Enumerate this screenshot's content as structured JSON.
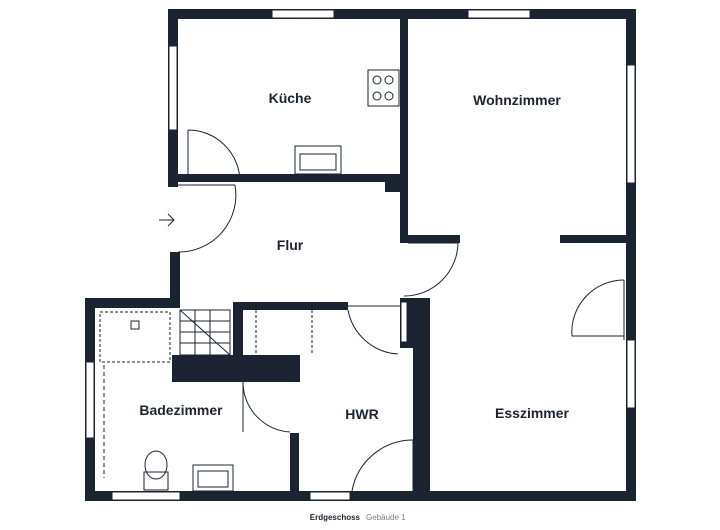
{
  "rooms": {
    "kitchen": "Küche",
    "living": "Wohnzimmer",
    "hall": "Flur",
    "bath": "Badezimmer",
    "utility": "HWR",
    "dining": "Esszimmer"
  },
  "footer": {
    "floor": "Erdgeschoss",
    "building": "Gebäude 1"
  },
  "colors": {
    "wall": "#1c2331",
    "footer_primary": "#1c2331",
    "footer_secondary": "#7a7f88"
  }
}
